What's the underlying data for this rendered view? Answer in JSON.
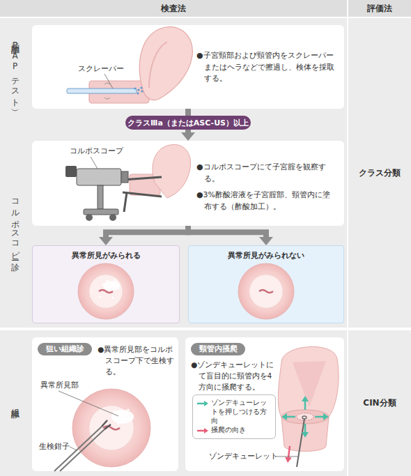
{
  "diagram": {
    "nodes": [
      {
        "text": [
          "検査法"
        ]
      },
      {
        "text": [
          "評価法"
        ]
      },
      {
        "text": [
          "細胞診（PAPテスト）"
        ]
      },
      {
        "text": [
          "●子宮頸部および頸管内をスクレーパーまたはヘラなどで擦過し、検体を採取する。"
        ],
        "in": 2
      },
      {
        "text": [
          "クラスⅢa（またはASC-US）以上"
        ]
      },
      {
        "text": [
          "コルポスコピー診"
        ]
      },
      {
        "text": [
          "●コルポスコープにて子宮腟を観察する。",
          "●3%酢酸溶液を子宮腟部、頸管内に塗布する（酢酸加工）。"
        ],
        "in": 5
      },
      {
        "text": [
          "異常所見がみられる"
        ],
        "in": 5
      },
      {
        "text": [
          "異常所見がみられない"
        ],
        "in": 5
      },
      {
        "text": [
          "クラス分類"
        ]
      },
      {
        "text": [
          "組織診"
        ]
      },
      {
        "text": [
          "●異常所見部をコルポスコープ下で生検する。"
        ],
        "in": 10
      },
      {
        "text": [
          "狙い組織診"
        ],
        "in": 11
      },
      {
        "text": [
          "●ゾンデキューレットにて盲目的に頸管内を4方向に掻爬する。"
        ],
        "in": 10
      },
      {
        "text": [
          "頸管内掻爬"
        ],
        "in": 13
      },
      {
        "text": [
          "CIN分類"
        ]
      }
    ],
    "edges": [
      {
        "from": 3,
        "to": 4,
        "arrow": "none"
      },
      {
        "from": 4,
        "to": 6,
        "arrow": "to"
      },
      {
        "from": 6,
        "to": 7,
        "arrow": "to"
      },
      {
        "from": 6,
        "to": 8,
        "arrow": "to"
      }
    ],
    "labels": [
      "スクレーパー",
      "コルポスコープ",
      "異常所見部",
      "生検鉗子",
      "ゾンデキューレット"
    ],
    "legend": [
      {
        "text": "ゾンデキューレットを押しつける方向"
      },
      {
        "text": "掻爬の向き"
      }
    ]
  }
}
